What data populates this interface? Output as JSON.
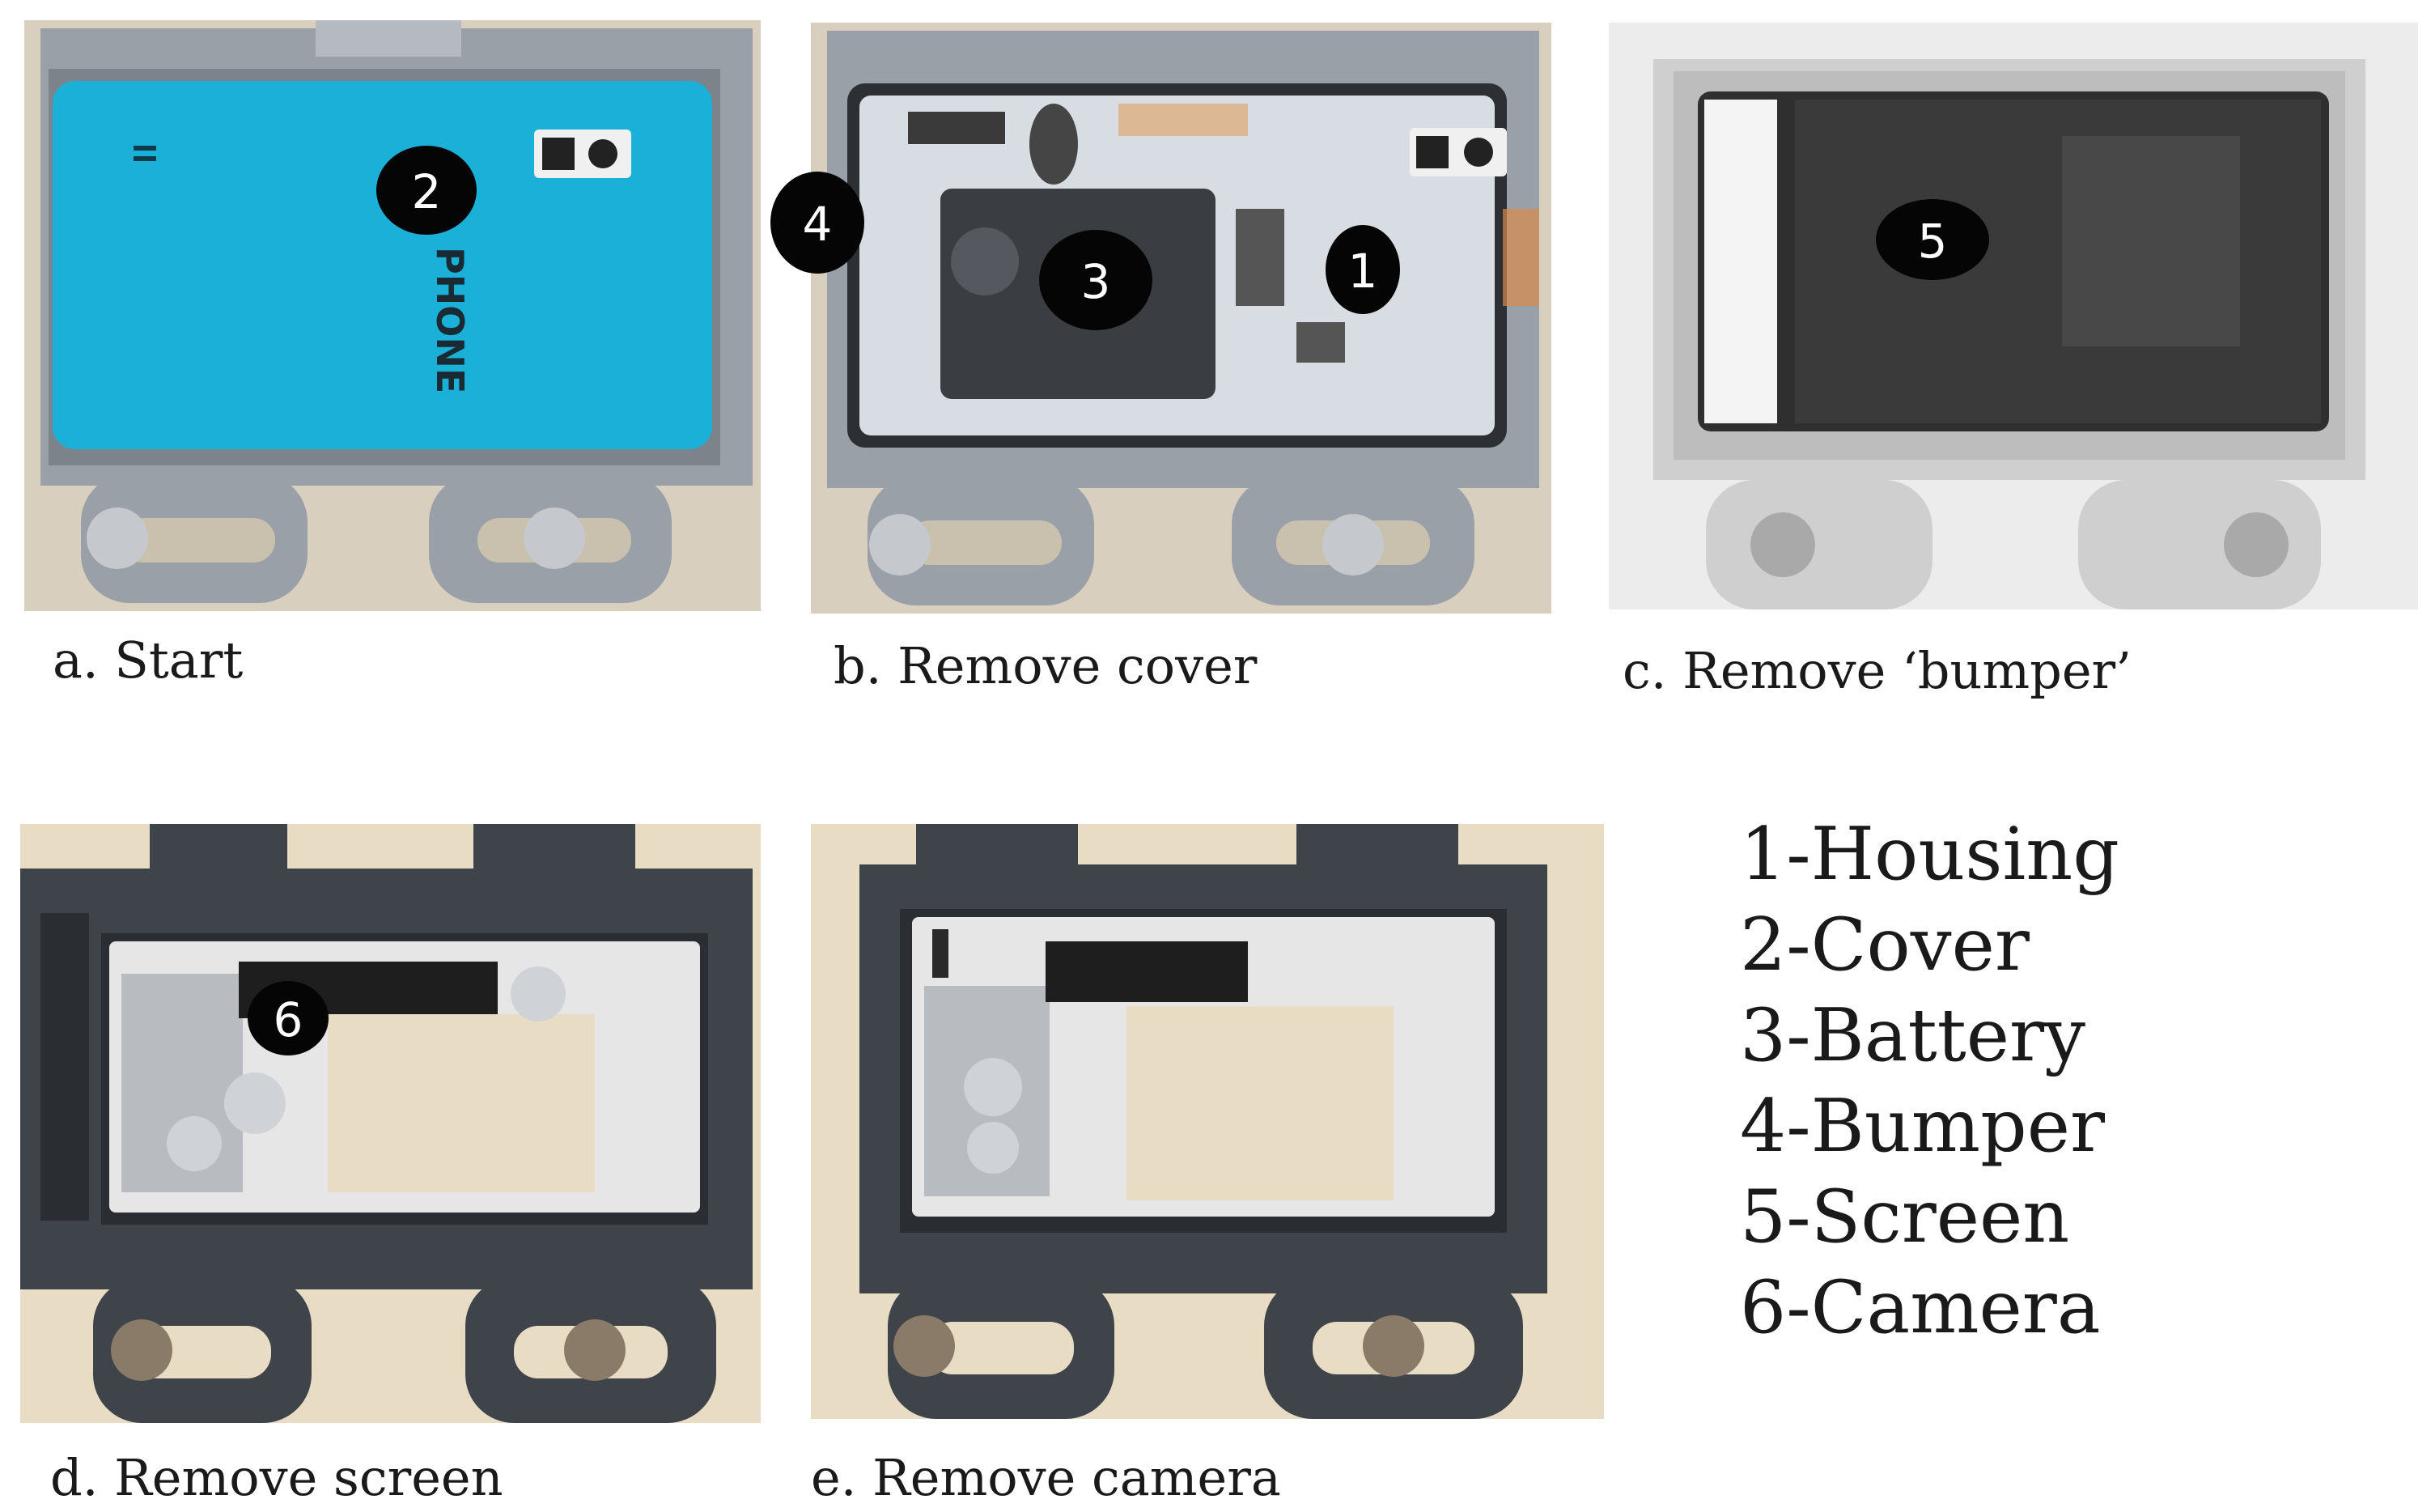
{
  "captions": {
    "a": "a. Start",
    "b": "b. Remove cover",
    "c": "c. Remove ‘bumper’",
    "d": "d. Remove screen",
    "e": "e. Remove camera"
  },
  "markers": {
    "m1": "1",
    "m2": "2",
    "m3": "3",
    "m4": "4",
    "m5": "5",
    "m6": "6"
  },
  "phone_brand_text": "PHONE",
  "legend": [
    "1-Housing",
    "2-Cover",
    "3-Battery",
    "4-Bumper",
    "5-Screen",
    "6-Camera"
  ],
  "colors": {
    "cover_blue": "#1ab0d8",
    "fixture_gray": "#9aa0a8",
    "fixture_dark": "#3f444b",
    "marker_black": "#050505",
    "background_beige": "#e8dcc4"
  }
}
